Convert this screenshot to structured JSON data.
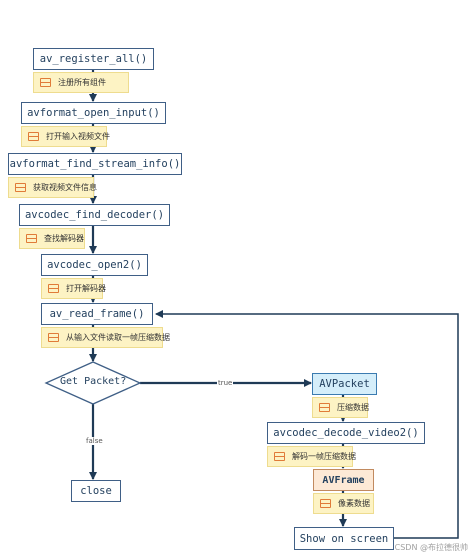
{
  "nodes": {
    "register": "av_register_all()",
    "open_input": "avformat_open_input()",
    "find_stream_info": "avformat_find_stream_info()",
    "find_decoder": "avcodec_find_decoder()",
    "codec_open": "avcodec_open2()",
    "read_frame": "av_read_frame()",
    "decision": "Get Packet?",
    "close": "close",
    "avpacket": "AVPacket",
    "decode_video": "avcodec_decode_video2()",
    "avframe": "AVFrame",
    "show": "Show on screen"
  },
  "notes": {
    "register": "注册所有组件",
    "open_input": "打开输入视频文件",
    "find_stream_info": "获取视频文件信息",
    "find_decoder": "查找解码器",
    "codec_open": "打开解码器",
    "read_frame": "从输入文件读取一帧压缩数据",
    "avpacket": "压缩数据",
    "decode_video": "解码一帧压缩数据",
    "avframe": "像素数据"
  },
  "edges": {
    "true_label": "true",
    "false_label": "false"
  },
  "icons": {
    "note": "note-icon"
  },
  "colors": {
    "node_border": "#3f5f86",
    "arrow": "#1f3a56",
    "note_fill": "#fdf3c4",
    "avpacket_fill": "#d5eefa",
    "avframe_fill": "#fde9d6"
  },
  "watermark": "CSDN @布拉德很帅"
}
